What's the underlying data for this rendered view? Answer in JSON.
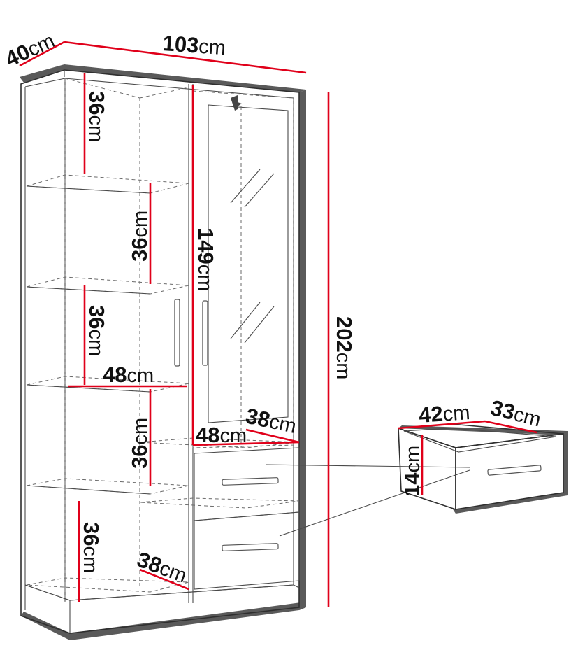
{
  "diagram": {
    "colors": {
      "dimension_line": "#e0001a",
      "outline": "#2f2f2f",
      "shadow": "#5a5a5a",
      "text": "#111111"
    },
    "dimensions": {
      "depth": {
        "value": "40",
        "unit": "cm"
      },
      "width": {
        "value": "103",
        "unit": "cm"
      },
      "height": {
        "value": "202",
        "unit": "cm"
      },
      "glass_door_height": {
        "value": "149",
        "unit": "cm"
      },
      "shelf_1": {
        "value": "36",
        "unit": "cm"
      },
      "shelf_2": {
        "value": "36",
        "unit": "cm"
      },
      "shelf_3": {
        "value": "36",
        "unit": "cm"
      },
      "shelf_4": {
        "value": "36",
        "unit": "cm"
      },
      "shelf_5": {
        "value": "36",
        "unit": "cm"
      },
      "left_shelf_width": {
        "value": "48",
        "unit": "cm"
      },
      "right_shelf_width": {
        "value": "48",
        "unit": "cm"
      },
      "right_shelf_depth": {
        "value": "38",
        "unit": "cm"
      },
      "bottom_depth": {
        "value": "38",
        "unit": "cm"
      },
      "drawer_width": {
        "value": "42",
        "unit": "cm"
      },
      "drawer_depth": {
        "value": "33",
        "unit": "cm"
      },
      "drawer_height": {
        "value": "14",
        "unit": "cm"
      }
    }
  }
}
